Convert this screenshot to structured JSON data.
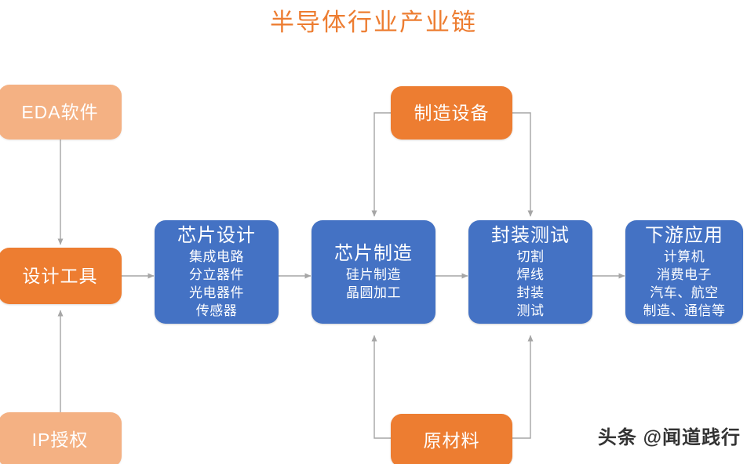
{
  "title": "半导体行业产业链",
  "colors": {
    "title": "#ED7D31",
    "stage_blue": "#4472C4",
    "support_orange": "#ED7D31",
    "support_orange_light": "#F4B183",
    "connector_gray": "#A6A6A6",
    "background": "#FFFFFF"
  },
  "stages": [
    {
      "id": "chip-design",
      "head": "芯片设计",
      "subs": [
        "集成电路",
        "分立器件",
        "光电器件",
        "传感器"
      ]
    },
    {
      "id": "chip-manufacturing",
      "head": "芯片制造",
      "subs": [
        "硅片制造",
        "晶圆加工"
      ]
    },
    {
      "id": "packaging-testing",
      "head": "封装测试",
      "subs": [
        "切割",
        "焊线",
        "封装",
        "测试"
      ]
    },
    {
      "id": "downstream-application",
      "head": "下游应用",
      "subs": [
        "计算机",
        "消费电子",
        "汽车、航空",
        "制造、通信等"
      ]
    }
  ],
  "support": {
    "eda_software": "EDA软件",
    "design_tools": "设计工具",
    "ip_licensing": "IP授权",
    "manufacturing_equipment": "制造设备",
    "raw_materials": "原材料"
  },
  "watermark": "头条 @闻道践行"
}
